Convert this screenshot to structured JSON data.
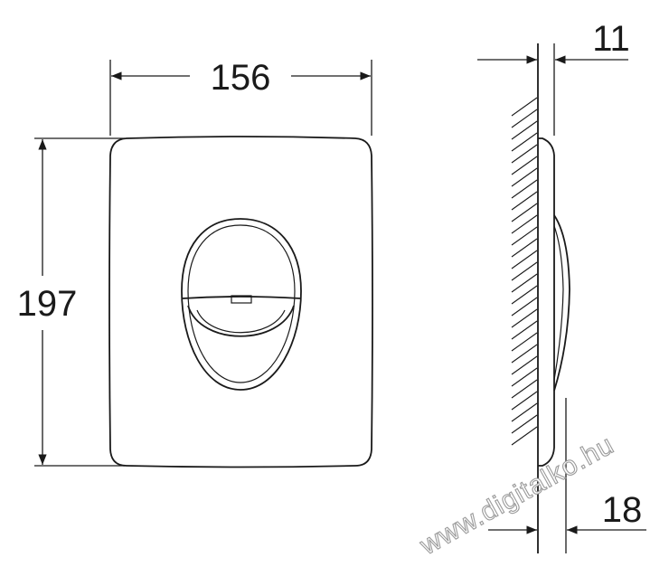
{
  "dimensions": {
    "width": "156",
    "height": "197",
    "plate_thickness": "11",
    "total_depth": "18"
  },
  "watermark": "www.digitalko.hu",
  "colors": {
    "line": "#1a1a1a",
    "background": "#ffffff"
  }
}
